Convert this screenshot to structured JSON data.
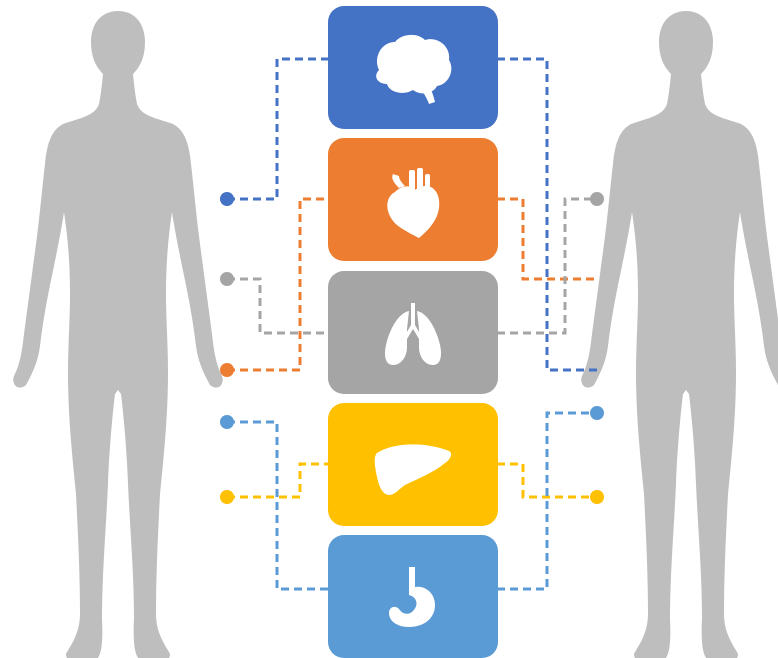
{
  "colors": {
    "figure": "#bebebe",
    "background": "#ffffff",
    "icon": "#ffffff"
  },
  "figures": [
    {
      "name": "left-human-silhouette"
    },
    {
      "name": "right-human-silhouette"
    }
  ],
  "organs": [
    {
      "id": "brain",
      "icon": "brain-icon",
      "color": "#4472c4"
    },
    {
      "id": "heart",
      "icon": "heart-icon",
      "color": "#ed7d31"
    },
    {
      "id": "lungs",
      "icon": "lungs-icon",
      "color": "#a5a5a5"
    },
    {
      "id": "liver",
      "icon": "liver-icon",
      "color": "#ffc000"
    },
    {
      "id": "stomach",
      "icon": "stomach-icon",
      "color": "#5b9bd5"
    }
  ],
  "connectors": [
    {
      "organ": "brain",
      "side": "left",
      "color": "#4472c4"
    },
    {
      "organ": "brain",
      "side": "right",
      "color": "#4472c4"
    },
    {
      "organ": "heart",
      "side": "left",
      "color": "#ed7d31"
    },
    {
      "organ": "heart",
      "side": "right",
      "color": "#ed7d31"
    },
    {
      "organ": "lungs",
      "side": "left",
      "color": "#a5a5a5"
    },
    {
      "organ": "lungs",
      "side": "right",
      "color": "#a5a5a5"
    },
    {
      "organ": "liver",
      "side": "left",
      "color": "#ffc000"
    },
    {
      "organ": "liver",
      "side": "right",
      "color": "#ffc000"
    },
    {
      "organ": "stomach",
      "side": "left",
      "color": "#5b9bd5"
    },
    {
      "organ": "stomach",
      "side": "right",
      "color": "#5b9bd5"
    }
  ]
}
